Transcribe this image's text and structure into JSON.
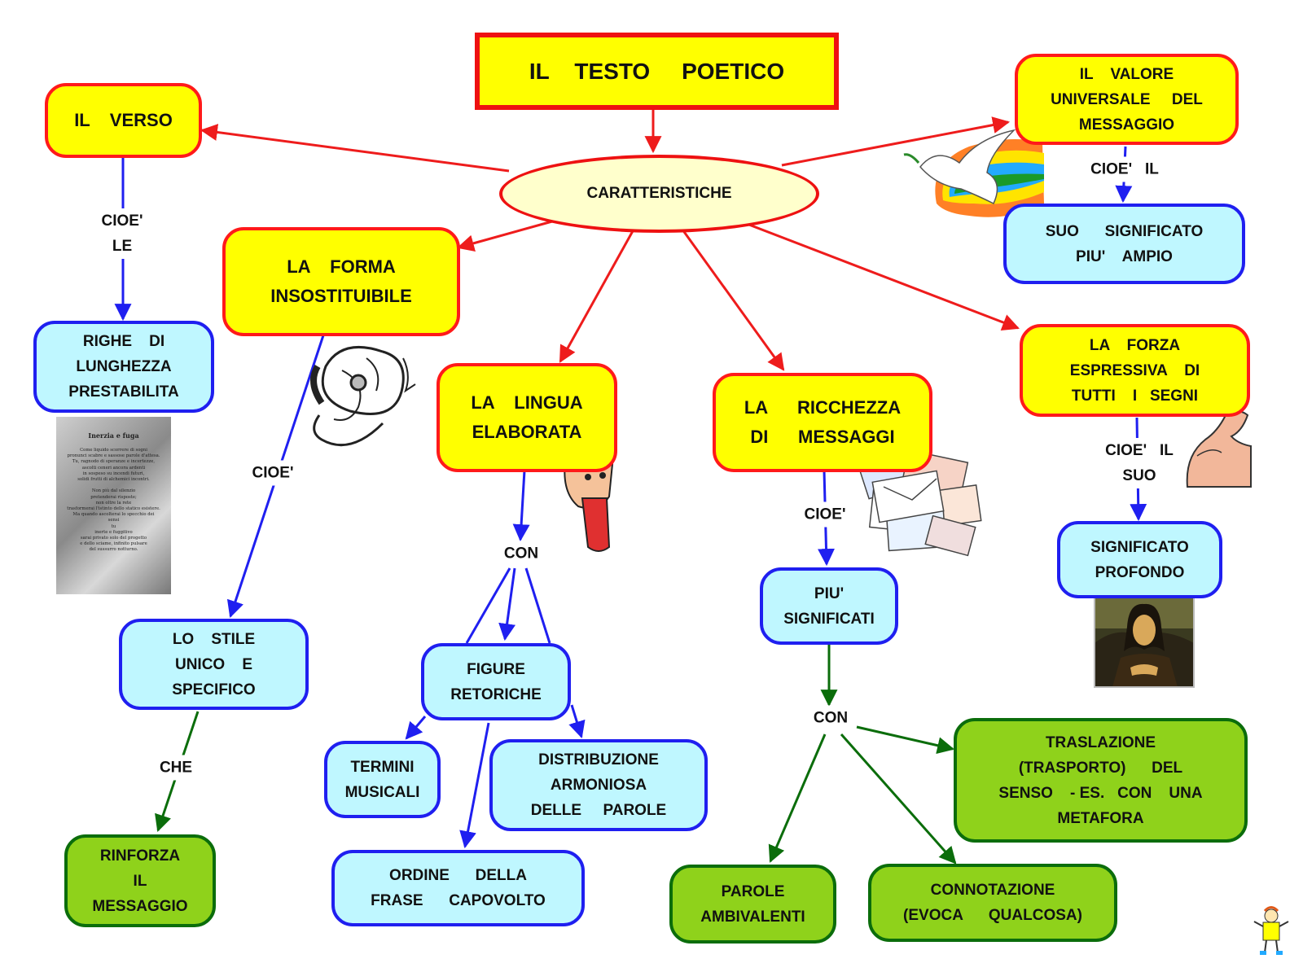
{
  "title": "IL    TESTO     POETICO",
  "center": "CARATTERISTICHE",
  "nodes": {
    "verso": [
      "IL    VERSO"
    ],
    "valore": [
      "IL    VALORE",
      "UNIVERSALE     DEL",
      "MESSAGGIO"
    ],
    "significato_ampio": [
      "SUO      SIGNIFICATO",
      "PIU'    AMPIO"
    ],
    "forma": [
      "LA    FORMA",
      "INSOSTITUIBILE"
    ],
    "righe": [
      "RIGHE    DI",
      "LUNGHEZZA",
      "PRESTABILITA"
    ],
    "lingua": [
      "LA    LINGUA",
      "ELABORATA"
    ],
    "ricchezza": [
      "LA      RICCHEZZA",
      "DI      MESSAGGI"
    ],
    "forza": [
      "LA    FORZA",
      "ESPRESSIVA    DI",
      "TUTTI    I   SEGNI"
    ],
    "significato_profondo": [
      "SIGNIFICATO",
      "PROFONDO"
    ],
    "stile": [
      "LO    STILE",
      "UNICO    E",
      "SPECIFICO"
    ],
    "figure": [
      "FIGURE",
      "RETORICHE"
    ],
    "piu_significati": [
      "PIU'",
      "SIGNIFICATI"
    ],
    "rinforza": [
      "RINFORZA",
      "IL",
      "MESSAGGIO"
    ],
    "termini": [
      "TERMINI",
      "MUSICALI"
    ],
    "distribuzione": [
      "DISTRIBUZIONE",
      "ARMONIOSA",
      "DELLE     PAROLE"
    ],
    "ordine": [
      "ORDINE      DELLA",
      "FRASE      CAPOVOLTO"
    ],
    "traslazione": [
      "TRASLAZIONE",
      "(TRASPORTO)      DEL",
      "SENSO    - ES.   CON    UNA",
      "METAFORA"
    ],
    "parole": [
      "PAROLE",
      "AMBIVALENTI"
    ],
    "connotazione": [
      "CONNOTAZIONE",
      "(EVOCA      QUALCOSA)"
    ]
  },
  "labels": {
    "cioe_le": [
      "CIOE'",
      "LE"
    ],
    "cioe_il_valore": [
      "CIOE'   IL"
    ],
    "cioe_forma": [
      "CIOE'"
    ],
    "con_lingua": [
      "CON"
    ],
    "cioe_ricchezza": [
      "CIOE'"
    ],
    "cioe_il_suo": [
      "CIOE'   IL",
      "SUO"
    ],
    "che": [
      "CHE"
    ],
    "con_ricchezza": [
      "CON"
    ]
  },
  "poem": {
    "title": "Inerzia e fuga",
    "lines": [
      "Come liquido scorrere di sogni",
      "pronunci scabre e sassose parole d'attesa.",
      "Tu, ragnodo di speranze e incertezze,",
      "ascolti ceneri ancora ardenti",
      "in sospeso su incendi futuri,",
      "solidi frutti di alchemici incontri.",
      "",
      "Non più dal silenzio",
      "pretenderai risposte;",
      "non oltre la rete",
      "trasformerai l'istinto dello statico esistere.",
      "Ma quando ascolterai lo specchio dei",
      "sensi",
      "tu",
      "inerte e fuggitivo",
      "sarai privato solo del progetto",
      "e dello sciame, infinito pulsare",
      "del sussurro notturno."
    ]
  },
  "colors": {
    "yellow": "#ffff00",
    "red_border": "#ff1a1a",
    "cyan": "#bff7ff",
    "blue_border": "#1f1ff0",
    "green": "#8fd21b",
    "green_border": "#0b6d0b",
    "red_line": "#ee1c1c",
    "blue_line": "#1f1ff0",
    "green_line": "#0b6d0b"
  }
}
